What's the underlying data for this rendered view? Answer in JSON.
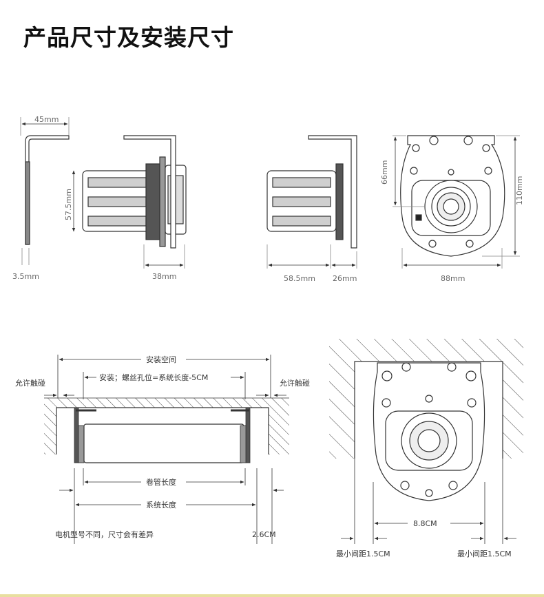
{
  "title": "产品尺寸及安装尺寸",
  "top_dimensions": {
    "d45": "45mm",
    "d57_5": "57.5mm",
    "d3_5": "3.5mm",
    "d38": "38mm",
    "d58_5": "58.5mm",
    "d26": "26mm",
    "d66": "66mm",
    "d110": "110mm",
    "d88": "88mm"
  },
  "install_diagram": {
    "install_space": "安装空间",
    "screw_hole": "安装；螺丝孔位=系统长度-5CM",
    "allow_touch_left": "允许触碰",
    "allow_touch_right": "允许触碰",
    "tube_length": "卷管长度",
    "system_length": "系统长度",
    "note": "电机型号不同，尺寸会有差异",
    "d2_6": "2.6CM"
  },
  "side_diagram": {
    "d8_8": "8.8CM",
    "min_gap_left": "最小间距1.5CM",
    "min_gap_right": "最小间距1.5CM"
  }
}
